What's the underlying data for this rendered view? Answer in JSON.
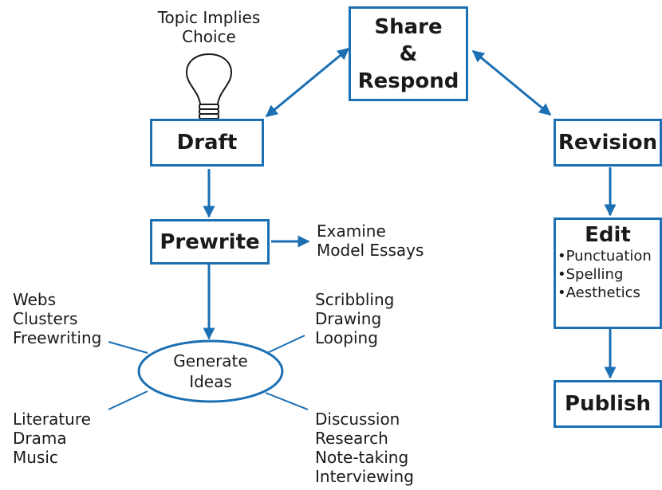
{
  "nodes": {
    "share_respond": [
      "Share",
      "&",
      "Respond"
    ],
    "draft": "Draft",
    "revision": "Revision",
    "prewrite": "Prewrite",
    "edit": {
      "title": "Edit",
      "items": [
        "•Punctuation",
        "•Spelling",
        "•Aesthetics"
      ]
    },
    "publish": "Publish",
    "generate_ideas": [
      "Generate",
      "Ideas"
    ]
  },
  "annotations": {
    "topic": [
      "Topic Implies",
      "Choice"
    ],
    "examine": [
      "Examine",
      "Model Essays"
    ],
    "top_left": [
      "Webs",
      "Clusters",
      "Freewriting"
    ],
    "top_right": [
      "Scribbling",
      "Drawing",
      "Looping"
    ],
    "bottom_left": [
      "Literature",
      "Drama",
      "Music"
    ],
    "bottom_right": [
      "Discussion",
      "Research",
      "Note-taking",
      "Interviewing"
    ]
  },
  "icons": [
    "lightbulb-icon"
  ],
  "colors": {
    "accent": "#1b6fb3"
  }
}
